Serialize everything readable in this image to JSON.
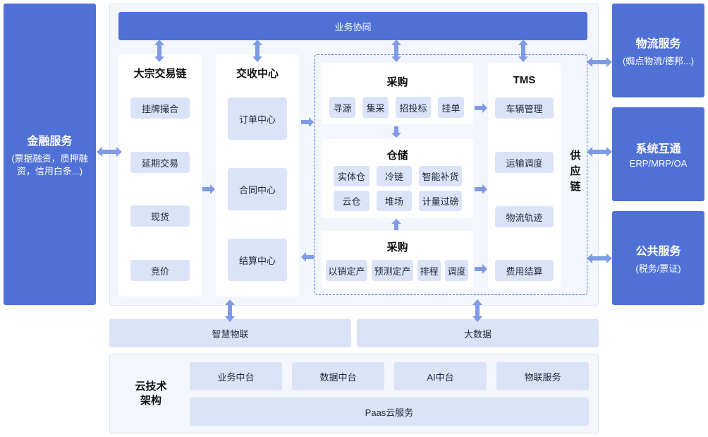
{
  "finance": {
    "title": "金融服务",
    "sub": "(票据融资，质押融资，信用白条...)"
  },
  "top_bar": "业务协同",
  "trade_chain": {
    "title": "大宗交易链",
    "items": [
      "挂牌撮合",
      "延期交易",
      "现货",
      "竞价"
    ]
  },
  "delivery_center": {
    "title": "交收中心",
    "items": [
      "订单中心",
      "合同中心",
      "结算中心"
    ]
  },
  "procurement": {
    "title": "采购",
    "items": [
      "寻源",
      "集采",
      "招投标",
      "挂单"
    ]
  },
  "warehouse": {
    "title": "仓储",
    "items": [
      "实体仓",
      "冷链",
      "智能补货",
      "云仓",
      "堆场",
      "计量过磅"
    ]
  },
  "production": {
    "title": "采购",
    "items": [
      "以销定产",
      "预测定产",
      "排程",
      "调度"
    ]
  },
  "tms": {
    "title": "TMS",
    "items": [
      "车辆管理",
      "运输调度",
      "物流轨迹",
      "费用结算"
    ]
  },
  "supply_chain_label": [
    "供",
    "应",
    "链"
  ],
  "logistics": {
    "title": "物流服务",
    "sub": "(蜘点物流/德邦...)"
  },
  "system": {
    "title": "系统互通",
    "sub": "ERP/MRP/OA"
  },
  "public": {
    "title": "公共服务",
    "sub": "(税务/票证)"
  },
  "iot_bar": "智慧物联",
  "bigdata_bar": "大数据",
  "cloud": {
    "title_line1": "云技术",
    "title_line2": "架构",
    "items": [
      "业务中台",
      "数据中台",
      "AI中台",
      "物联服务"
    ],
    "paas": "Paas云服务"
  },
  "colors": {
    "primary": "#4f71d6",
    "pale": "#dbe3f8",
    "panel": "#f3f6fd",
    "arrow": "#7e9be6"
  }
}
